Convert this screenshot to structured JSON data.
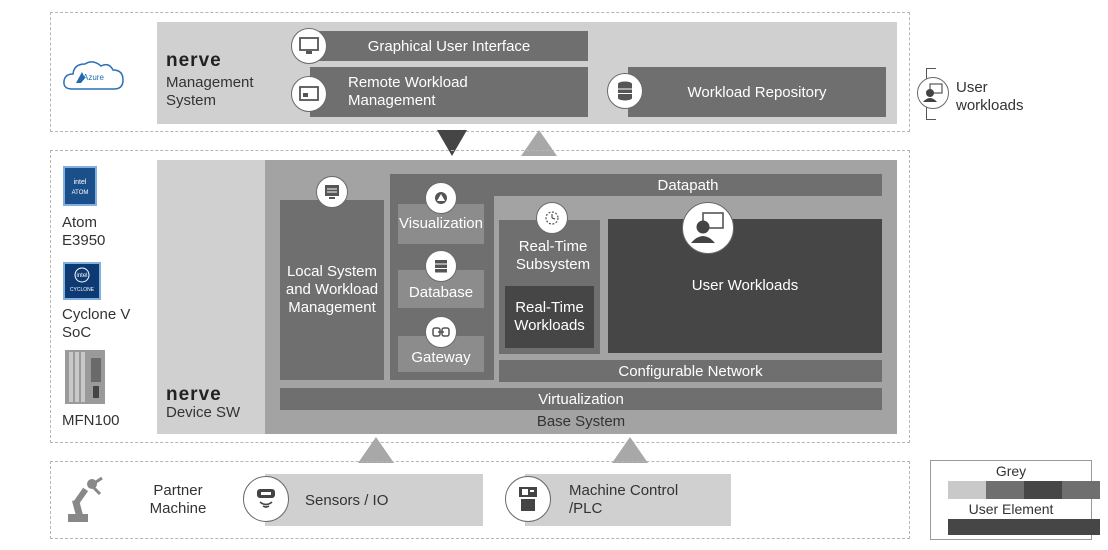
{
  "management": {
    "brand": "nerve",
    "title": "Management System",
    "azure": "Azure",
    "gui": "Graphical User Interface",
    "remote": "Remote Workload Management",
    "repo": "Workload Repository"
  },
  "user_workloads_side": "User workloads",
  "hardware": {
    "atom": "Atom E3950",
    "cyclone": "Cyclone V SoC",
    "mfn": "MFN100",
    "atom_chip": "intel ATOM",
    "cyclone_chip": "intel CYCLONE"
  },
  "device": {
    "brand": "nerve",
    "title": "Device SW",
    "local_mgmt": "Local System and Workload Management",
    "visualization": "Visualization",
    "database": "Database",
    "gateway": "Gateway",
    "datapath": "Datapath",
    "rt_subsystem": "Real-Time Subsystem",
    "rt_workloads": "Real-Time Workloads",
    "user_workloads": "User Workloads",
    "config_network": "Configurable Network",
    "virtualization": "Virtualization",
    "base_system": "Base System"
  },
  "bottom": {
    "partner": "Partner Machine",
    "sensors": "Sensors / IO",
    "machine_control": "Machine Control /PLC"
  },
  "legend": {
    "grey": "Grey",
    "user_element": "User Element"
  },
  "colors": {
    "light_grey": "#c9c9c9",
    "mid_grey": "#8c8c8c",
    "dark_grey": "#6f6f6f",
    "darker_grey": "#585858",
    "darkest_grey": "#464646"
  }
}
